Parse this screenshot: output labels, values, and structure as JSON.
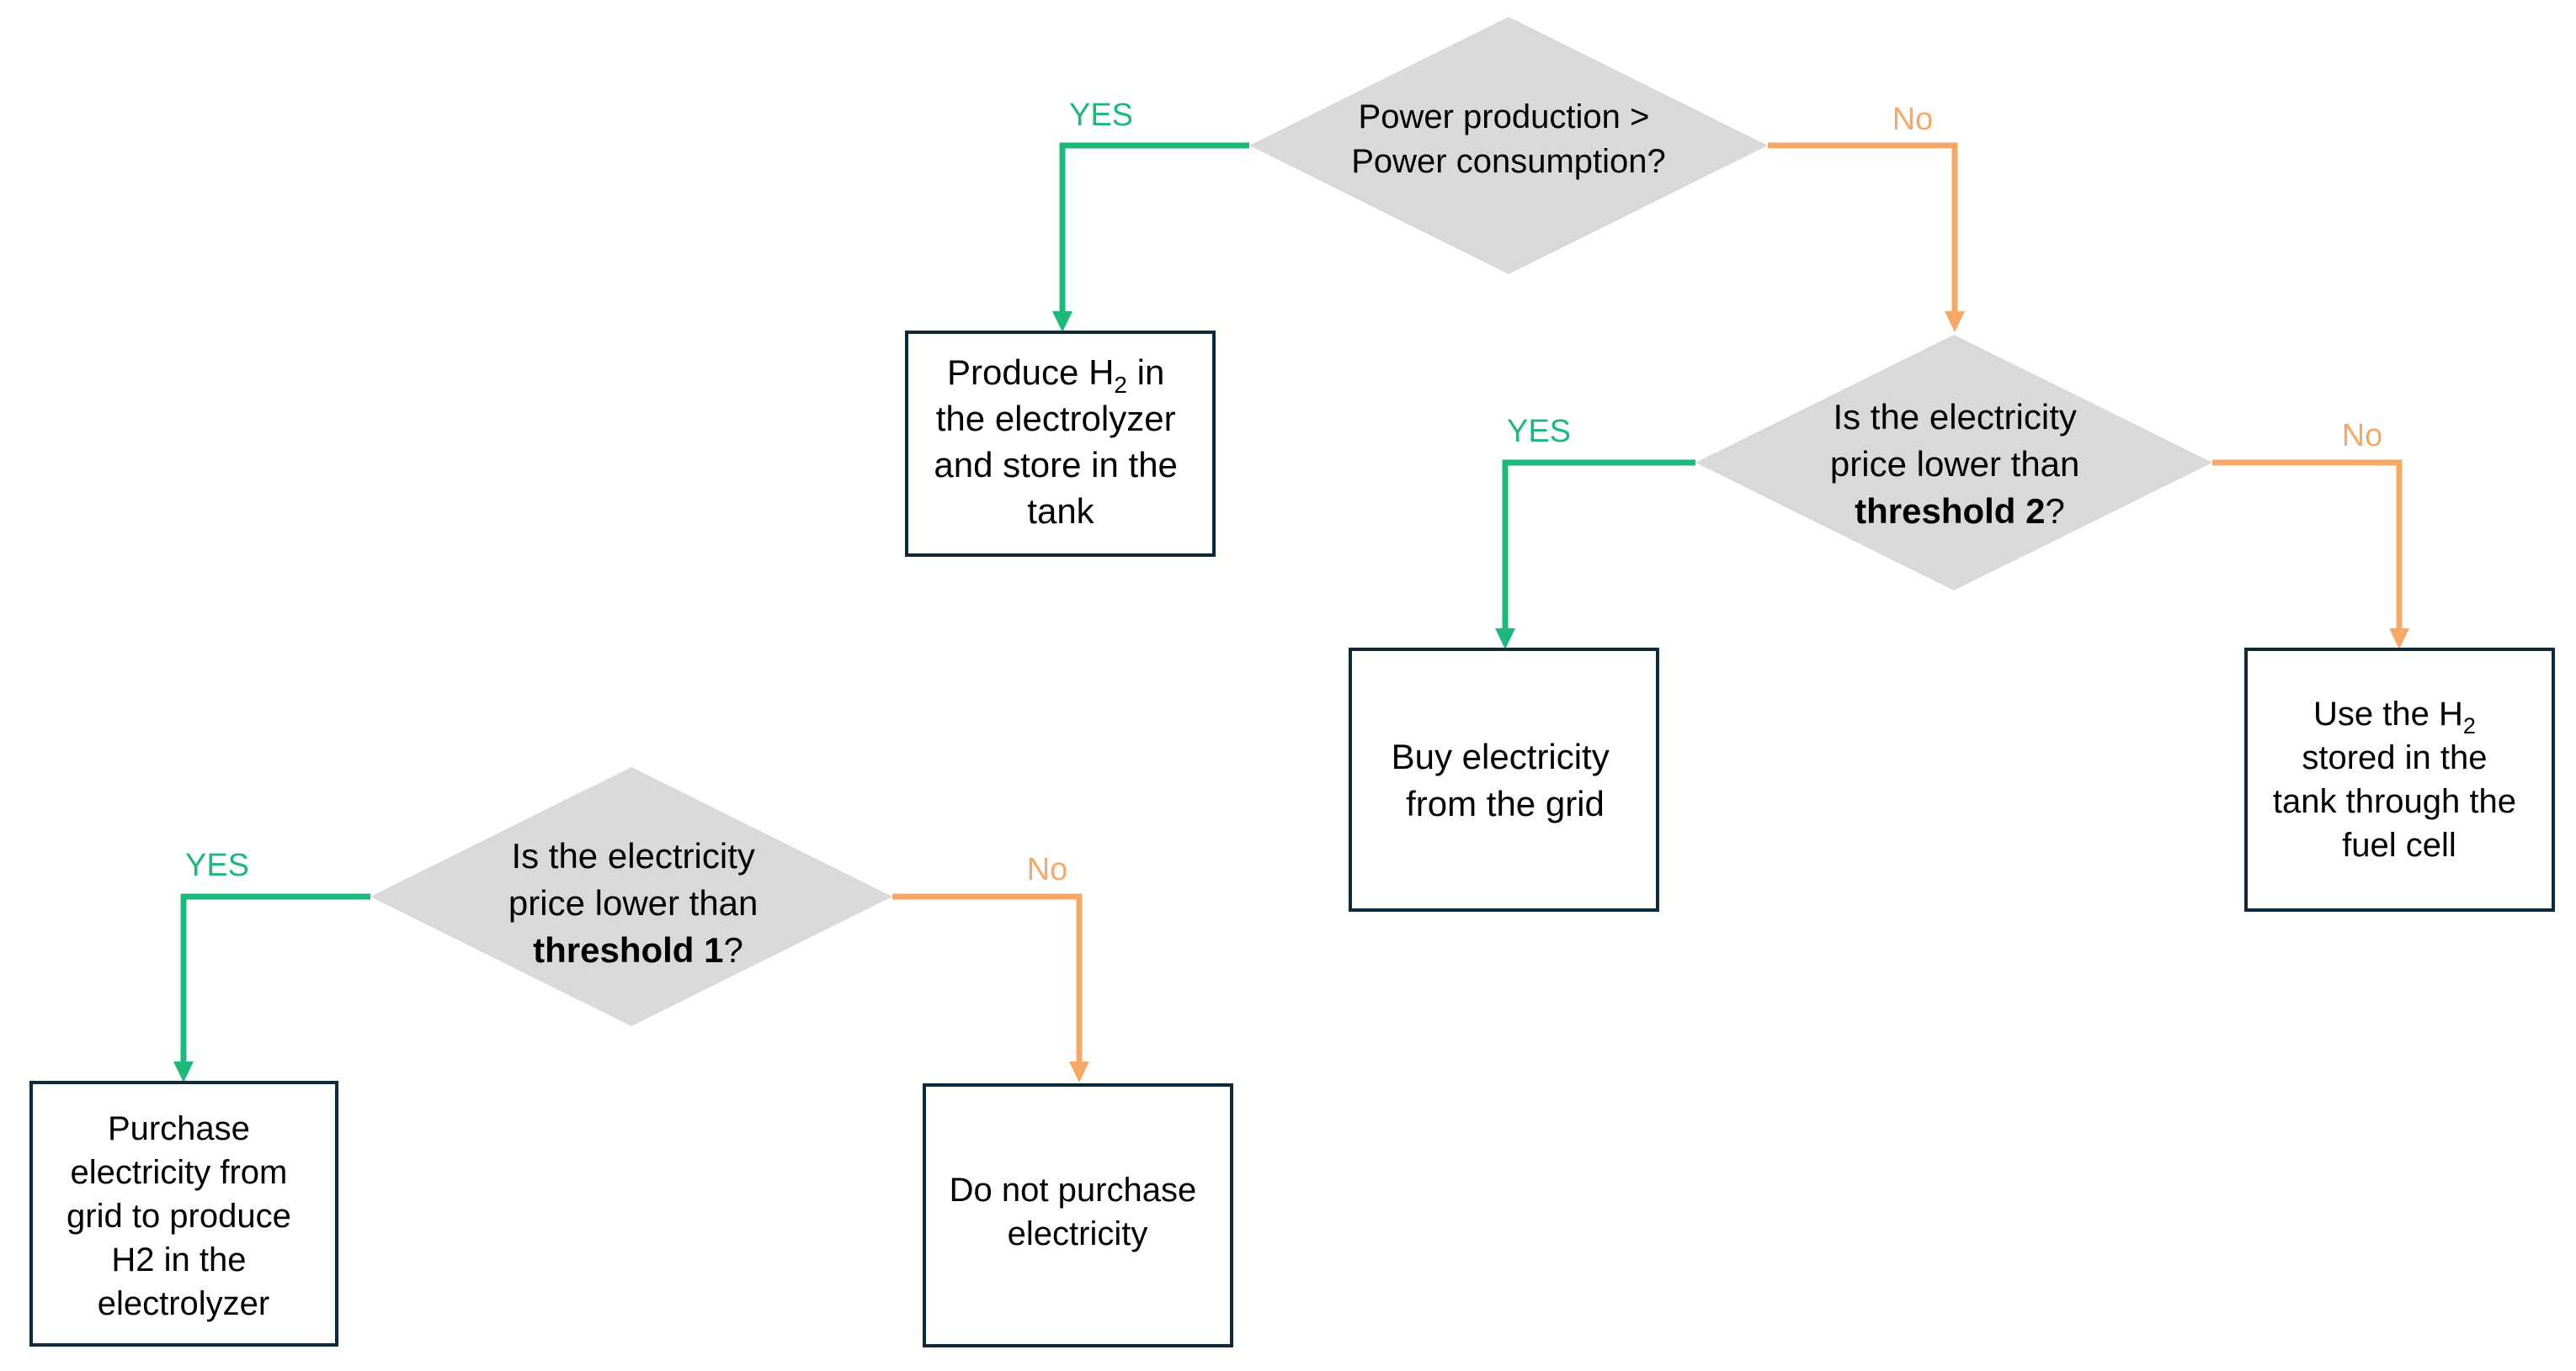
{
  "colors": {
    "yes": "#1db87a",
    "no": "#f7a866",
    "decision_fill": "#d9d9d9",
    "box_stroke": "#0e2a3b",
    "text": "#000000"
  },
  "labels": {
    "yes": "YES",
    "no": "No"
  },
  "decisions": {
    "d1": {
      "lines": [
        "Power production >",
        "Power consumption?"
      ]
    },
    "d2": {
      "line1": "Is the electricity",
      "line2": "price lower than",
      "bold": "threshold 2",
      "suffix": "?"
    },
    "d3": {
      "line1": "Is the electricity",
      "line2": "price lower than",
      "bold": "threshold 1",
      "suffix": "?"
    }
  },
  "boxes": {
    "produce_h2": {
      "line1_pre": "Produce H",
      "line1_sub": "2",
      "line1_post": " in",
      "line2": "the electrolyzer",
      "line3": "and store in the",
      "line4": "tank"
    },
    "buy_grid": {
      "line1": "Buy electricity",
      "line2": "from the grid"
    },
    "use_h2": {
      "line1_pre": "Use the H",
      "line1_sub": "2",
      "line2": "stored in the",
      "line3": "tank through the",
      "line4": "fuel cell"
    },
    "purchase_grid": {
      "line1": "Purchase",
      "line2": "electricity from",
      "line3": "grid to produce",
      "line4": "H2 in the",
      "line5": "electrolyzer"
    },
    "no_purchase": {
      "line1": "Do not purchase",
      "line2": "electricity"
    }
  }
}
